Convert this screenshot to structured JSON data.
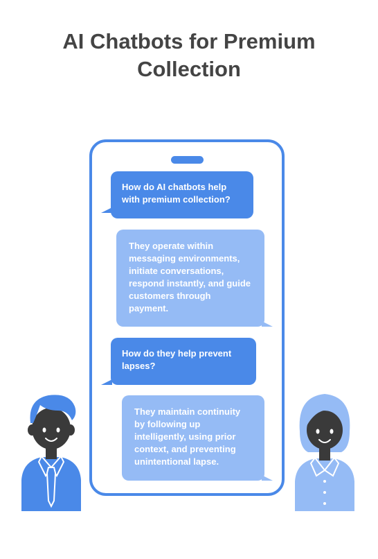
{
  "title": {
    "line1": "AI Chatbots for Premium",
    "line2": "Collection"
  },
  "chat": [
    {
      "role": "question",
      "text": "How do AI chatbots help with premium collection?"
    },
    {
      "role": "answer",
      "text": "They operate within messaging environments, initiate conversations, respond instantly, and guide customers through payment."
    },
    {
      "role": "question",
      "text": "How do they help prevent lapses?"
    },
    {
      "role": "answer",
      "text": "They maintain continuity by following up intelligently, using prior context, and preventing unintentional lapse."
    }
  ],
  "colors": {
    "primary_blue": "#4a89e8",
    "light_blue": "#95bbf5",
    "skin": "#3a3a3a",
    "title": "#444444"
  },
  "icons": [
    "man-icon",
    "woman-icon",
    "phone-icon"
  ]
}
